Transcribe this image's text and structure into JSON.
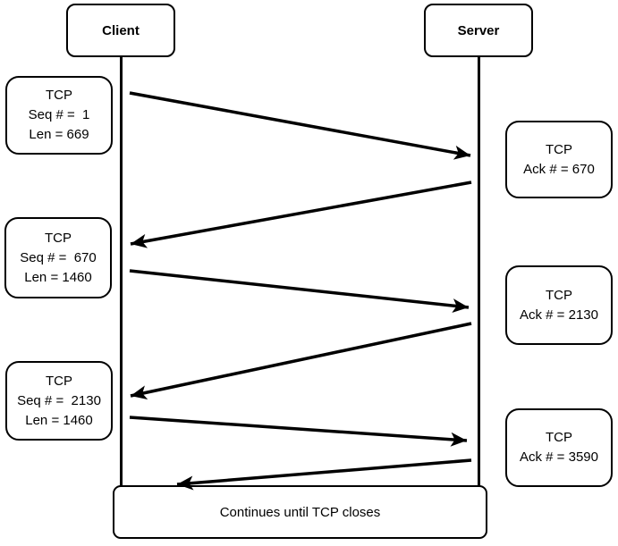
{
  "colors": {
    "stroke": "#000000",
    "fill": "#ffffff"
  },
  "actors": {
    "client": {
      "label": "Client"
    },
    "server": {
      "label": "Server"
    }
  },
  "client_segments": [
    {
      "lines": [
        "TCP",
        "Seq # =  1",
        "Len = 669"
      ]
    },
    {
      "lines": [
        "TCP",
        "Seq # =  670",
        "Len = 1460"
      ]
    },
    {
      "lines": [
        "TCP",
        "Seq # =  2130",
        "Len = 1460"
      ]
    }
  ],
  "server_acks": [
    {
      "lines": [
        "TCP",
        "Ack # = 670"
      ]
    },
    {
      "lines": [
        "TCP",
        "Ack # = 2130"
      ]
    },
    {
      "lines": [
        "TCP",
        "Ack # = 3590"
      ]
    }
  ],
  "footer": {
    "label": "Continues until TCP closes"
  }
}
